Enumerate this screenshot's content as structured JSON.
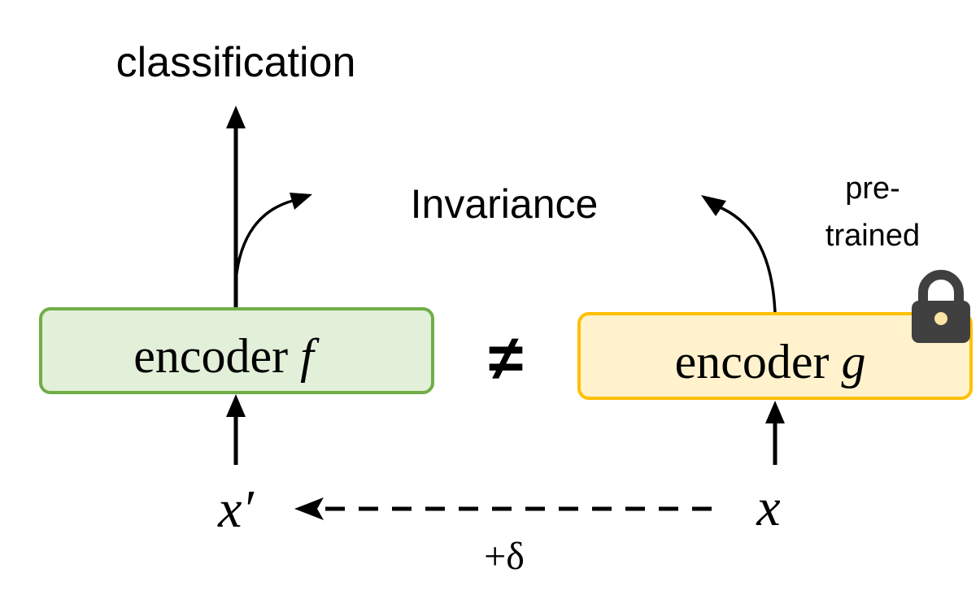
{
  "labels": {
    "classification": "classification",
    "invariance": "Invariance",
    "pretrained_line1": "pre-",
    "pretrained_line2": "trained",
    "not_equal": "≠",
    "perturbation": "+δ"
  },
  "encoders": {
    "f": {
      "prefix": "encoder ",
      "symbol": "f"
    },
    "g": {
      "prefix": "encoder ",
      "symbol": "g"
    }
  },
  "inputs": {
    "x_prime": "x′",
    "x": "x"
  },
  "icons": {
    "lock": "lock-icon"
  },
  "colors": {
    "encoder_f_fill": "#e2efd9",
    "encoder_f_stroke": "#70ad47",
    "encoder_g_fill": "#fff2cc",
    "encoder_g_stroke": "#ffc000",
    "lock": "#404040",
    "arrow": "#000000"
  }
}
